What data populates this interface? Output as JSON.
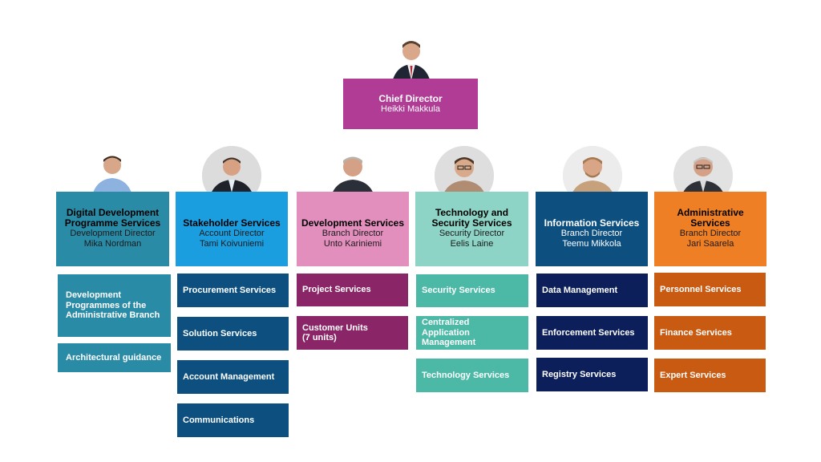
{
  "chief": {
    "title": "Chief Director",
    "name": "Heikki Makkula"
  },
  "departments": [
    {
      "title": "Digital Development Programme Services",
      "role": "Development Director",
      "name": "Mika Nordman",
      "color": "#2a8ba7",
      "services": [
        "Development Programmes of the Administrative Branch",
        "Architectural guidance"
      ],
      "service_color": "#2a8ba7"
    },
    {
      "title": "Stakeholder Services",
      "role": "Account Director",
      "name": "Tami Koivuniemi",
      "color": "#1a9ee0",
      "services": [
        "Procurement Services",
        "Solution Services",
        "Account Management",
        "Communications"
      ],
      "service_color": "#0d5080"
    },
    {
      "title": "Development Services",
      "role": "Branch Director",
      "name": "Unto Kariniemi",
      "color": "#e38fbe",
      "services": [
        "Project Services",
        "Customer Units\n(7 units)"
      ],
      "service_color": "#8a2668"
    },
    {
      "title": "Technology and Security Services",
      "role": "Security Director",
      "name": "Eelis Laine",
      "color": "#8dd3c6",
      "services": [
        "Security Services",
        "Centralized Application Management",
        "Technology Services"
      ],
      "service_color": "#4bb9a6"
    },
    {
      "title": "Information Services",
      "role": "Branch Director",
      "name": "Teemu Mikkola",
      "color": "#0d5080",
      "services": [
        "Data Management",
        "Enforcement Services",
        "Registry Services"
      ],
      "service_color": "#0c1f5a"
    },
    {
      "title": "Administrative Services",
      "role": "Branch Director",
      "name": "Jari Saarela",
      "color": "#ef7f25",
      "services": [
        "Personnel Services",
        "Finance Services",
        "Expert Services"
      ],
      "service_color": "#c85a12"
    }
  ]
}
